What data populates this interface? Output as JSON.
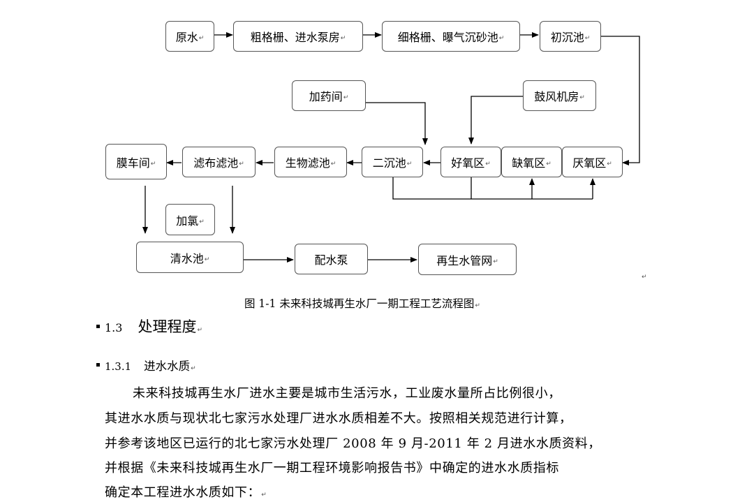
{
  "flowchart": {
    "nodes": {
      "raw_water": "原水",
      "coarse_screen": "粗格栅、进水泵房",
      "fine_screen": "细格栅、曝气沉砂池",
      "primary_clarifier": "初沉池",
      "dosing_room": "加药间",
      "blower_room": "鼓风机房",
      "membrane_room": "膜车间",
      "cloth_filter": "滤布滤池",
      "bio_filter": "生物滤池",
      "secondary_clarifier": "二沉池",
      "aerobic_zone": "好氧区",
      "anoxic_zone": "缺氧区",
      "anaerobic_zone": "厌氧区",
      "chlorination": "加氯",
      "clear_water_tank": "清水池",
      "distribution_pump": "配水泵",
      "reclaimed_network": "再生水管网"
    },
    "caption": "图 1-1  未来科技城再生水厂一期工程工艺流程图"
  },
  "section": {
    "number": "1.3",
    "title": "处理程度",
    "subsection": {
      "number": "1.3.1",
      "title": "进水水质"
    }
  },
  "paragraph": {
    "lines": [
      "未来科技城再生水厂进水主要是城市生活污水，工业废水量所占比例很小，",
      "其进水水质与现状北七家污水处理厂进水水质相差不大。按照相关规范进行计算，",
      "并参考该地区已运行的北七家污水处理厂 2008 年 9 月-2011 年 2 月进水水质资料，",
      "并根据《未来科技城再生水厂一期工程环境影响报告书》中确定的进水水质指标",
      "确定本工程进水水质如下："
    ]
  },
  "paragraph_mark": "↵"
}
